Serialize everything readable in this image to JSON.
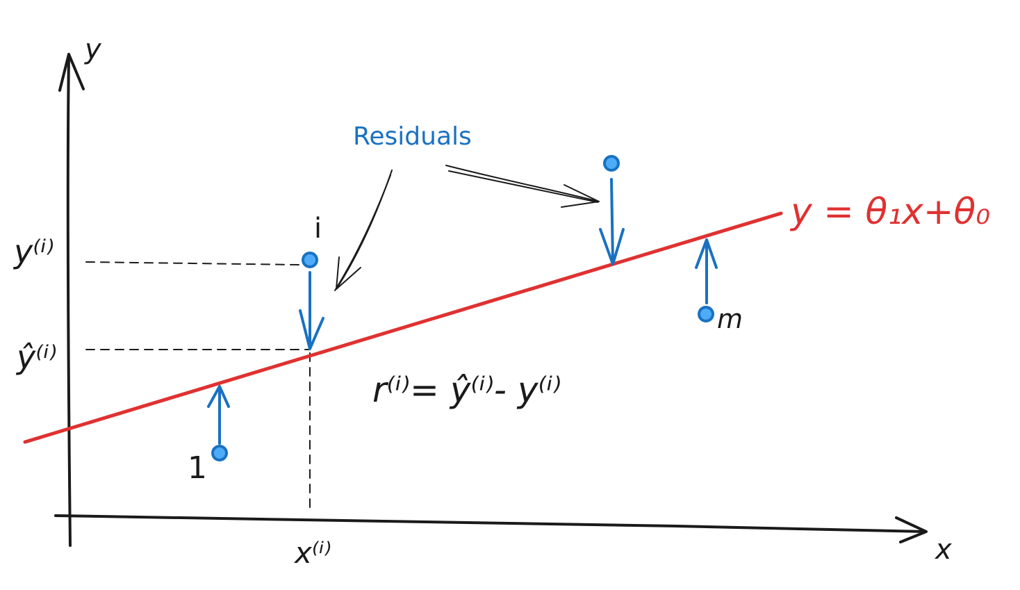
{
  "axes": {
    "x_label": "x",
    "y_label": "y"
  },
  "annotations": {
    "residuals_label": "Residuals",
    "line_equation": "y = θ₁x+θ₀",
    "y_i_label": "y⁽ⁱ⁾",
    "yhat_i_label": "ŷ⁽ⁱ⁾",
    "x_i_label": "x⁽ⁱ⁾",
    "residual_formula": "r⁽ⁱ⁾= ŷ⁽ⁱ⁾- y⁽ⁱ⁾"
  },
  "points": [
    {
      "label": "1"
    },
    {
      "label": "i"
    },
    {
      "label": ""
    },
    {
      "label": "m"
    }
  ],
  "colors": {
    "ink": "#1a1a1a",
    "regression_line": "#e03131",
    "points_and_residuals": "#1971c2",
    "point_fill": "#4dabf7"
  }
}
